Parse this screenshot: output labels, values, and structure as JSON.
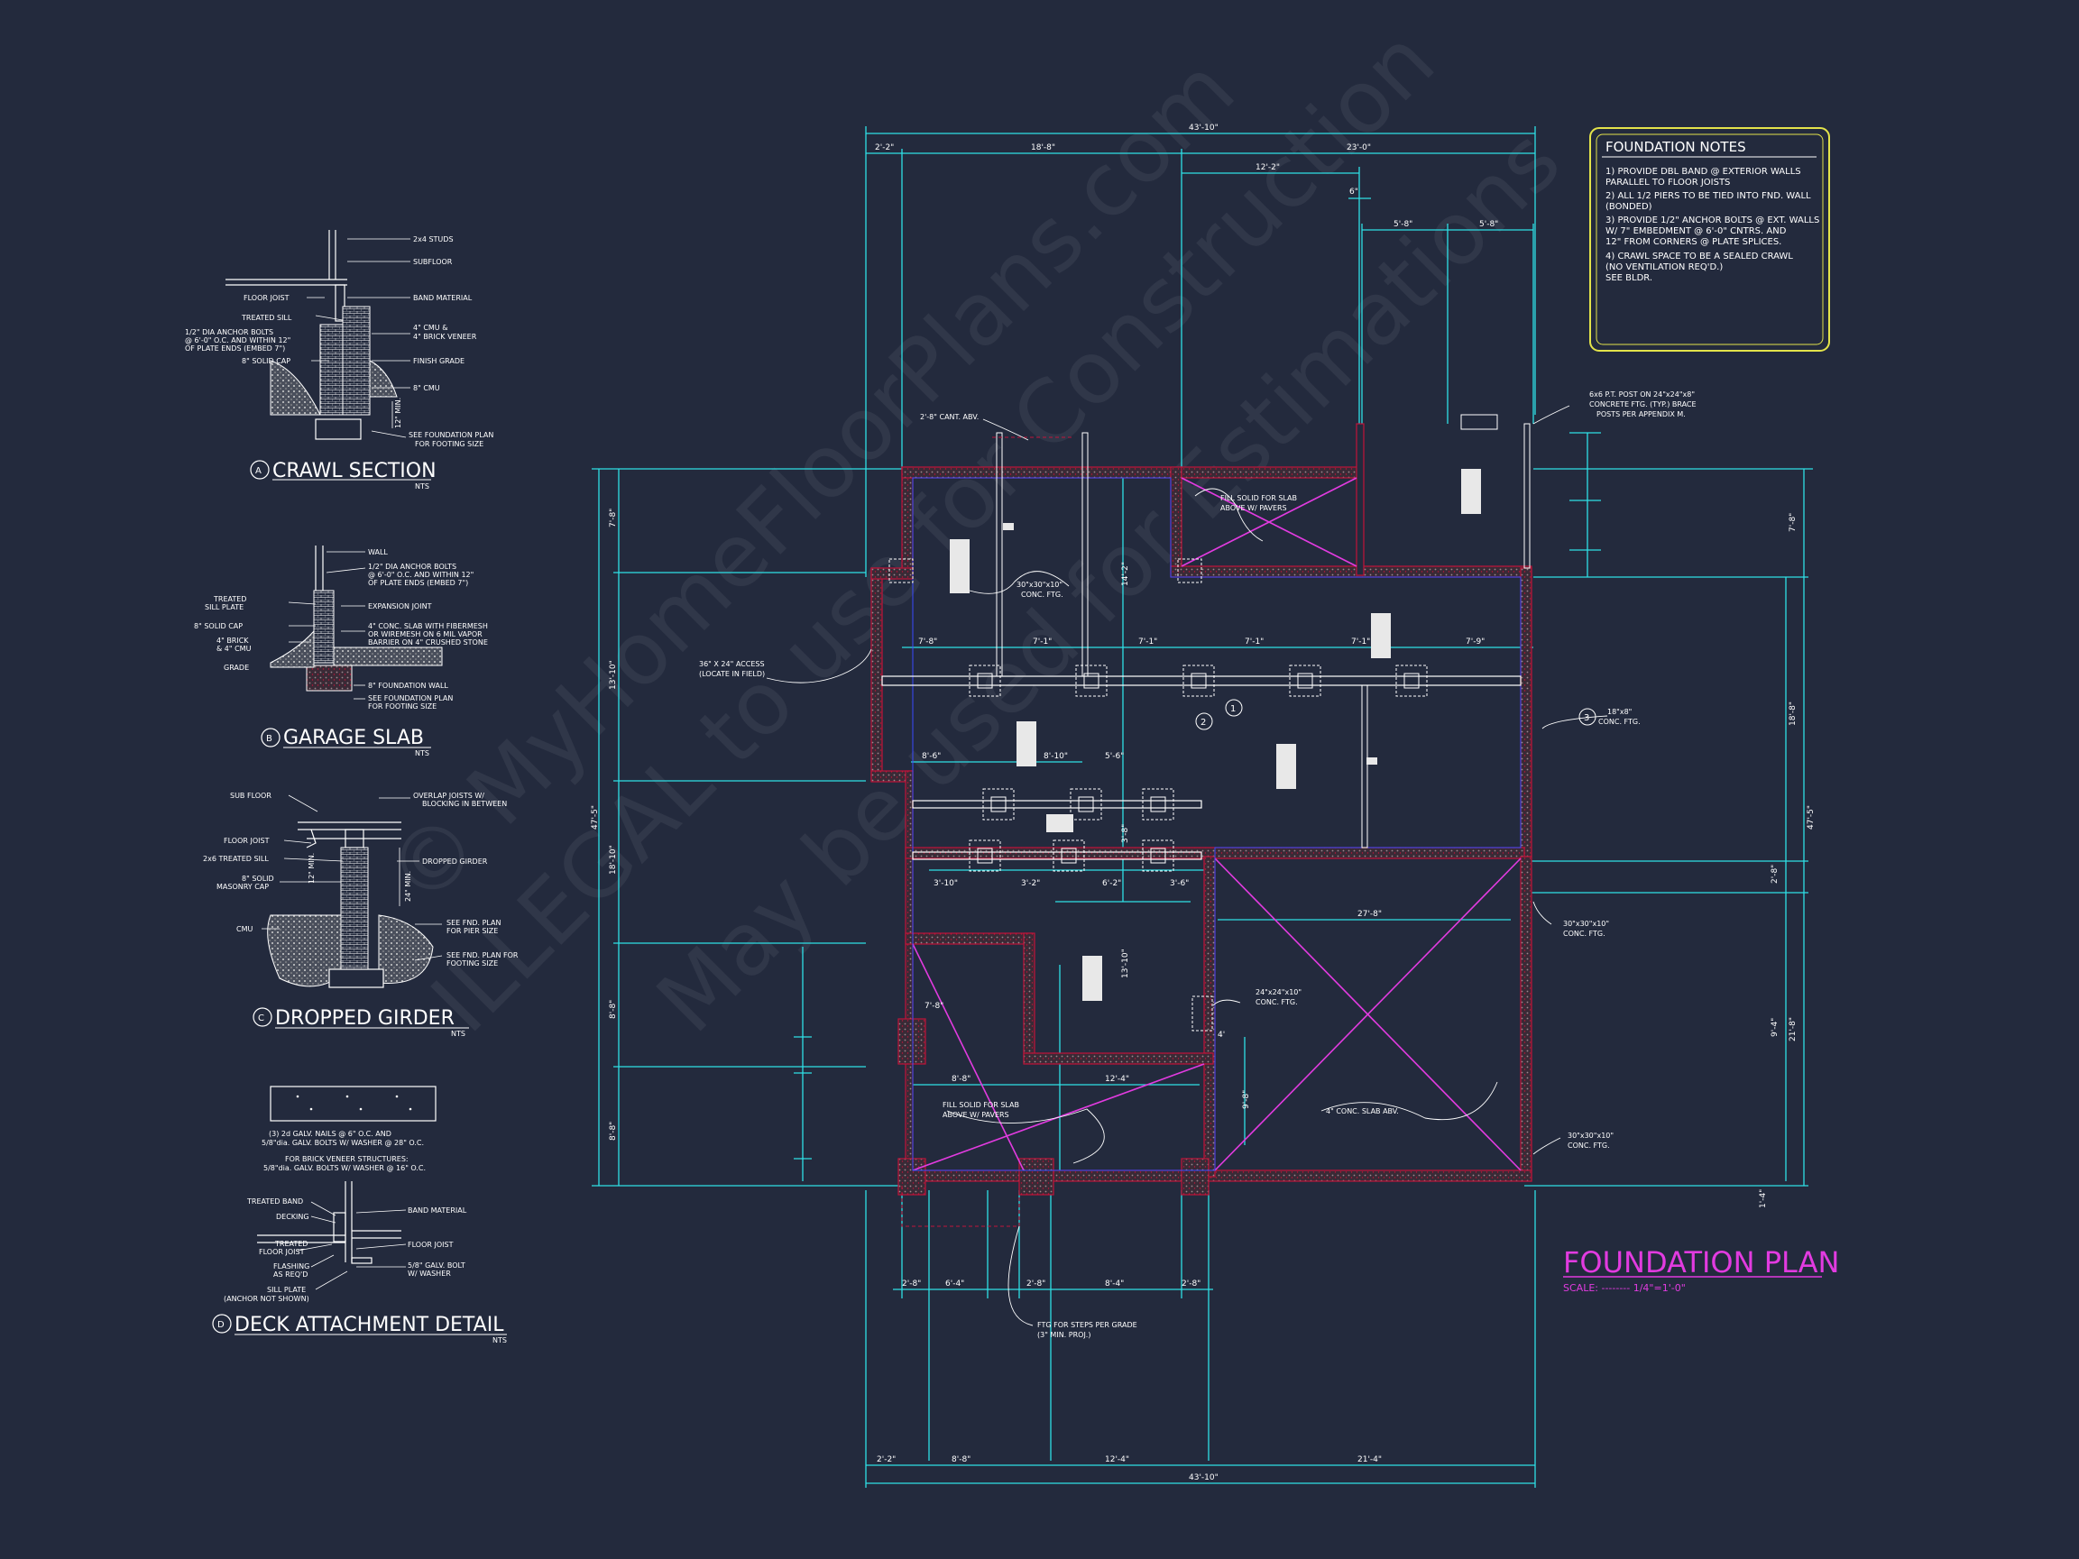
{
  "watermark": {
    "line1": "© MyHomeFloorPlans.com",
    "line2": "ILLEGAL to use for Construction",
    "line3": "May be used for Estimations"
  },
  "colors": {
    "background": "#232a3d",
    "dimension": "#2ee0e6",
    "wall": "#c0143a",
    "accent": "#e23be0",
    "notes_border": "#e3e34a",
    "linework": "#ffffff"
  },
  "notes": {
    "title": "FOUNDATION NOTES",
    "lines": [
      "1) PROVIDE DBL BAND @ EXTERIOR WALLS",
      "    PARALLEL TO FLOOR JOISTS",
      "2) ALL 1/2 PIERS TO BE TIED INTO FND. WALL",
      "    (BONDED)",
      "3) PROVIDE 1/2\" ANCHOR BOLTS @ EXT. WALLS",
      "    W/ 7\" EMBEDMENT @ 6'-0\" CNTRS. AND",
      "    12\" FROM CORNERS @ PLATE SPLICES.",
      "4) CRAWL SPACE TO BE A SEALED CRAWL",
      "    (NO VENTILATION REQ'D.)",
      "    SEE BLDR."
    ]
  },
  "plan": {
    "title": "FOUNDATION PLAN",
    "scale": "SCALE: -------- 1/4\"=1'-0\"",
    "overall_top": "43'-10\"",
    "overall_bottom": "43'-10\"",
    "overall_left": "47'-5\"",
    "overall_right": "47'-5\"",
    "top_dims": [
      "2'-2\"",
      "18'-8\"",
      "23'-0\""
    ],
    "top_dim_2": "12'-2\"",
    "top_dim_3": "6\"",
    "top_dims_4": [
      "5'-8\"",
      "5'-8\""
    ],
    "bottom_dims": [
      "2'-2\"",
      "8'-8\"",
      "12'-4\"",
      "21'-4\""
    ],
    "lower_dims": [
      "2'-8\"",
      "6'-4\"",
      "2'-8\"",
      "8'-4\"",
      "2'-8\""
    ],
    "left_dims": [
      "7'-8\"",
      "13'-10\"",
      "18'-10\"",
      "8'-8\"",
      "8'-8\""
    ],
    "right_dims": [
      "7'-8\"",
      "18'-8\"",
      "21'-8\"",
      "2'-8\"",
      "9'-4\"",
      "1'-4\""
    ],
    "mid_dims": [
      "7'-8\"",
      "7'-1\"",
      "7'-1\"",
      "7'-1\"",
      "7'-1\"",
      "7'-9\""
    ],
    "mid_dims_2": [
      "8'-6\"",
      "8'-10\"",
      "5'-6\""
    ],
    "mid_dims_3": [
      "3'-10\"",
      "3'-2\"",
      "6'-2\"",
      "3'-6\""
    ],
    "inner_dims": [
      "14'-2\"",
      "3'-8\"",
      "13'-10\"",
      "9'-8\"",
      "27'-8\"",
      "8'-8\"",
      "12'-4\"",
      "7'-8\"",
      "4'"
    ],
    "callouts": {
      "cant": "2'-8\" CANT. ABV.",
      "fill_top_1": "FILL SOLID FOR SLAB",
      "fill_top_2": "ABOVE W/ PAVERS",
      "ftg_30_1": "30\"x30\"x10\"",
      "ftg_30_2": "CONC. FTG.",
      "access_1": "36\" X 24\" ACCESS",
      "access_2": "(LOCATE IN FIELD)",
      "ftg_18_1": "18\"x8\"",
      "ftg_18_2": "CONC. FTG.",
      "ftg_right_1": "30\"x30\"x10\"",
      "ftg_right_2": "CONC. FTG.",
      "ftg_24_1": "24\"x24\"x10\"",
      "ftg_24_2": "CONC. FTG.",
      "slab_abv": "4\" CONC. SLAB ABV.",
      "fill_bot_1": "FILL SOLID FOR SLAB",
      "fill_bot_2": "ABOVE W/ PAVERS",
      "ftg_br_1": "30\"x30\"x10\"",
      "ftg_br_2": "CONC. FTG.",
      "steps_1": "FTG FOR STEPS PER GRADE",
      "steps_2": "(3\" MIN. PROJ.)",
      "post_1": "6x6 P.T. POST ON 24\"x24\"x8\"",
      "post_2": "CONCRETE FTG. (TYP.) BRACE",
      "post_3": "POSTS PER APPENDIX M.",
      "tag1": "1",
      "tag2": "2",
      "tag3": "3"
    }
  },
  "details": {
    "a": {
      "letter": "A",
      "title": "CRAWL SECTION",
      "nts": "NTS",
      "labels": [
        "2x4 STUDS",
        "SUBFLOOR",
        "FLOOR JOIST",
        "BAND MATERIAL",
        "TREATED SILL",
        "1/2\" DIA ANCHOR BOLTS",
        "@ 6'-0\" O.C. AND WITHIN 12\"",
        "OF PLATE ENDS (EMBED 7\")",
        "4\" CMU &",
        "4\" BRICK VENEER",
        "8\" SOLID CAP",
        "FINISH GRADE",
        "8\" CMU",
        "12\" MIN.",
        "SEE FOUNDATION PLAN",
        "FOR FOOTING SIZE"
      ]
    },
    "b": {
      "letter": "B",
      "title": "GARAGE SLAB",
      "nts": "NTS",
      "labels": [
        "WALL",
        "1/2\" DIA ANCHOR BOLTS",
        "@ 6'-0\" O.C. AND WITHIN 12\"",
        "OF PLATE ENDS (EMBED 7\")",
        "TREATED",
        "SILL PLATE",
        "EXPANSION JOINT",
        "8\" SOLID CAP",
        "4\" CONC. SLAB WITH FIBERMESH",
        "4\" BRICK",
        "& 4\" CMU",
        "OR WIREMESH ON 6 MIL VAPOR",
        "BARRIER ON 4\" CRUSHED STONE",
        "GRADE",
        "8\" FOUNDATION WALL",
        "SEE FOUNDATION PLAN",
        "FOR FOOTING SIZE"
      ]
    },
    "c": {
      "letter": "C",
      "title": "DROPPED GIRDER",
      "nts": "NTS",
      "labels": [
        "SUB FLOOR",
        "OVERLAP JOISTS W/",
        "BLOCKING IN BETWEEN",
        "FLOOR JOIST",
        "2x6 TREATED SILL",
        "DROPPED GIRDER",
        "8\" SOLID",
        "MASONRY CAP",
        "CMU",
        "SEE FND. PLAN",
        "FOR PIER SIZE",
        "SEE FND. PLAN FOR",
        "FOOTING SIZE",
        "12\" MIN.",
        "24\" MIN."
      ]
    },
    "d": {
      "letter": "D",
      "title": "DECK ATTACHMENT DETAIL",
      "nts": "NTS",
      "note_1": "(3) 2d GALV. NAILS @ 6\" O.C. AND",
      "note_2": "5/8\"dia. GALV. BOLTS W/ WASHER @ 28\" O.C.",
      "note_3": "FOR BRICK VENEER STRUCTURES:",
      "note_4": "5/8\"dia. GALV. BOLTS W/ WASHER @ 16\" O.C.",
      "labels": [
        "TREATED BAND",
        "DECKING",
        "BAND MATERIAL",
        "TREATED",
        "FLOOR JOIST",
        "FLOOR JOIST",
        "FLASHING",
        "AS REQ'D",
        "5/8\" GALV. BOLT",
        "W/ WASHER",
        "SILL PLATE",
        "(ANCHOR NOT SHOWN)"
      ]
    }
  }
}
